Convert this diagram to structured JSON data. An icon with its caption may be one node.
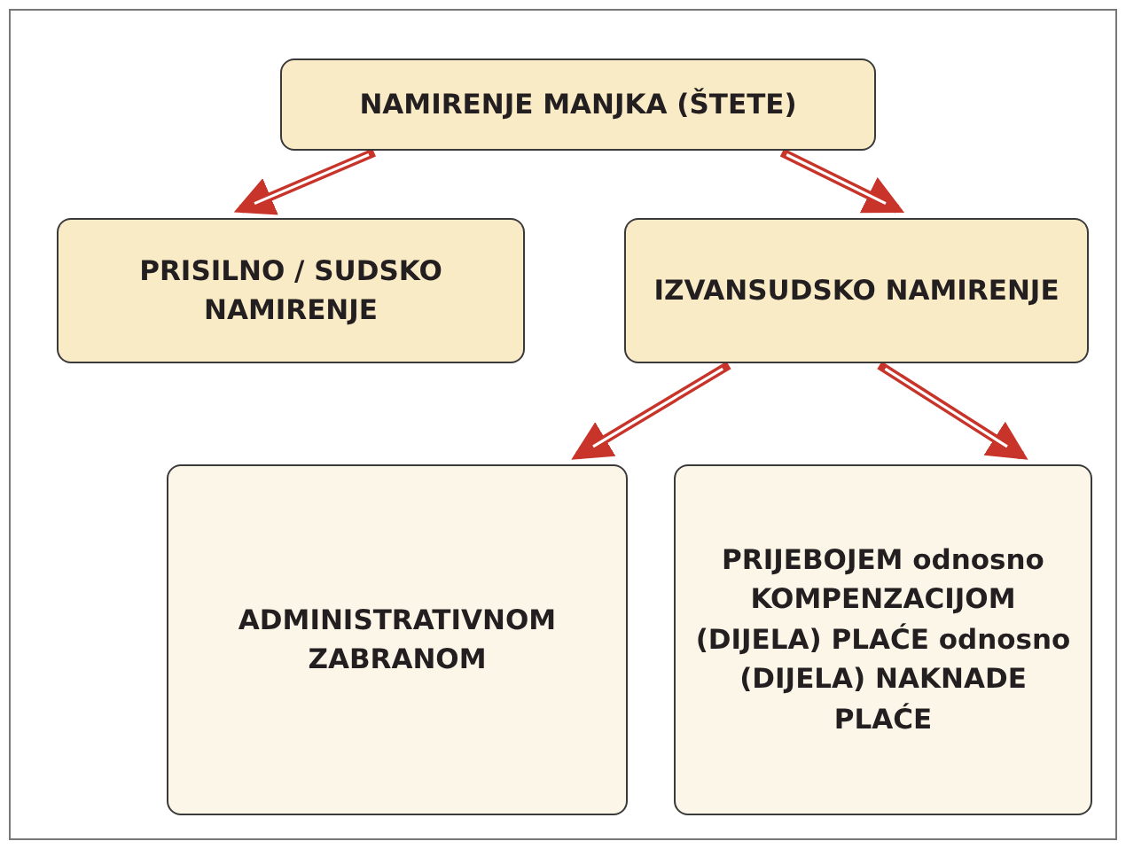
{
  "diagram": {
    "nodes": [
      {
        "text": [
          "NAMIRENJE MANJKA (ŠTETE)"
        ]
      },
      {
        "text": [
          "PRISILNO / SUDSKO NAMIRENJE"
        ]
      },
      {
        "text": [
          "IZVANSUDSKO NAMIRENJE"
        ]
      },
      {
        "text": [
          "ADMINISTRATIVNOM ZABRANOM"
        ]
      },
      {
        "text": [
          "PRIJEBOJEM odnosno KOMPENZACIJOM (DIJELA) PLAĆE odnosno (DIJELA) NAKNADE PLAĆE"
        ]
      }
    ],
    "edges": [
      {
        "from": 0,
        "to": 1,
        "arrow": "to"
      },
      {
        "from": 0,
        "to": 2,
        "arrow": "to"
      },
      {
        "from": 2,
        "to": 3,
        "arrow": "to"
      },
      {
        "from": 2,
        "to": 4,
        "arrow": "to"
      }
    ]
  }
}
